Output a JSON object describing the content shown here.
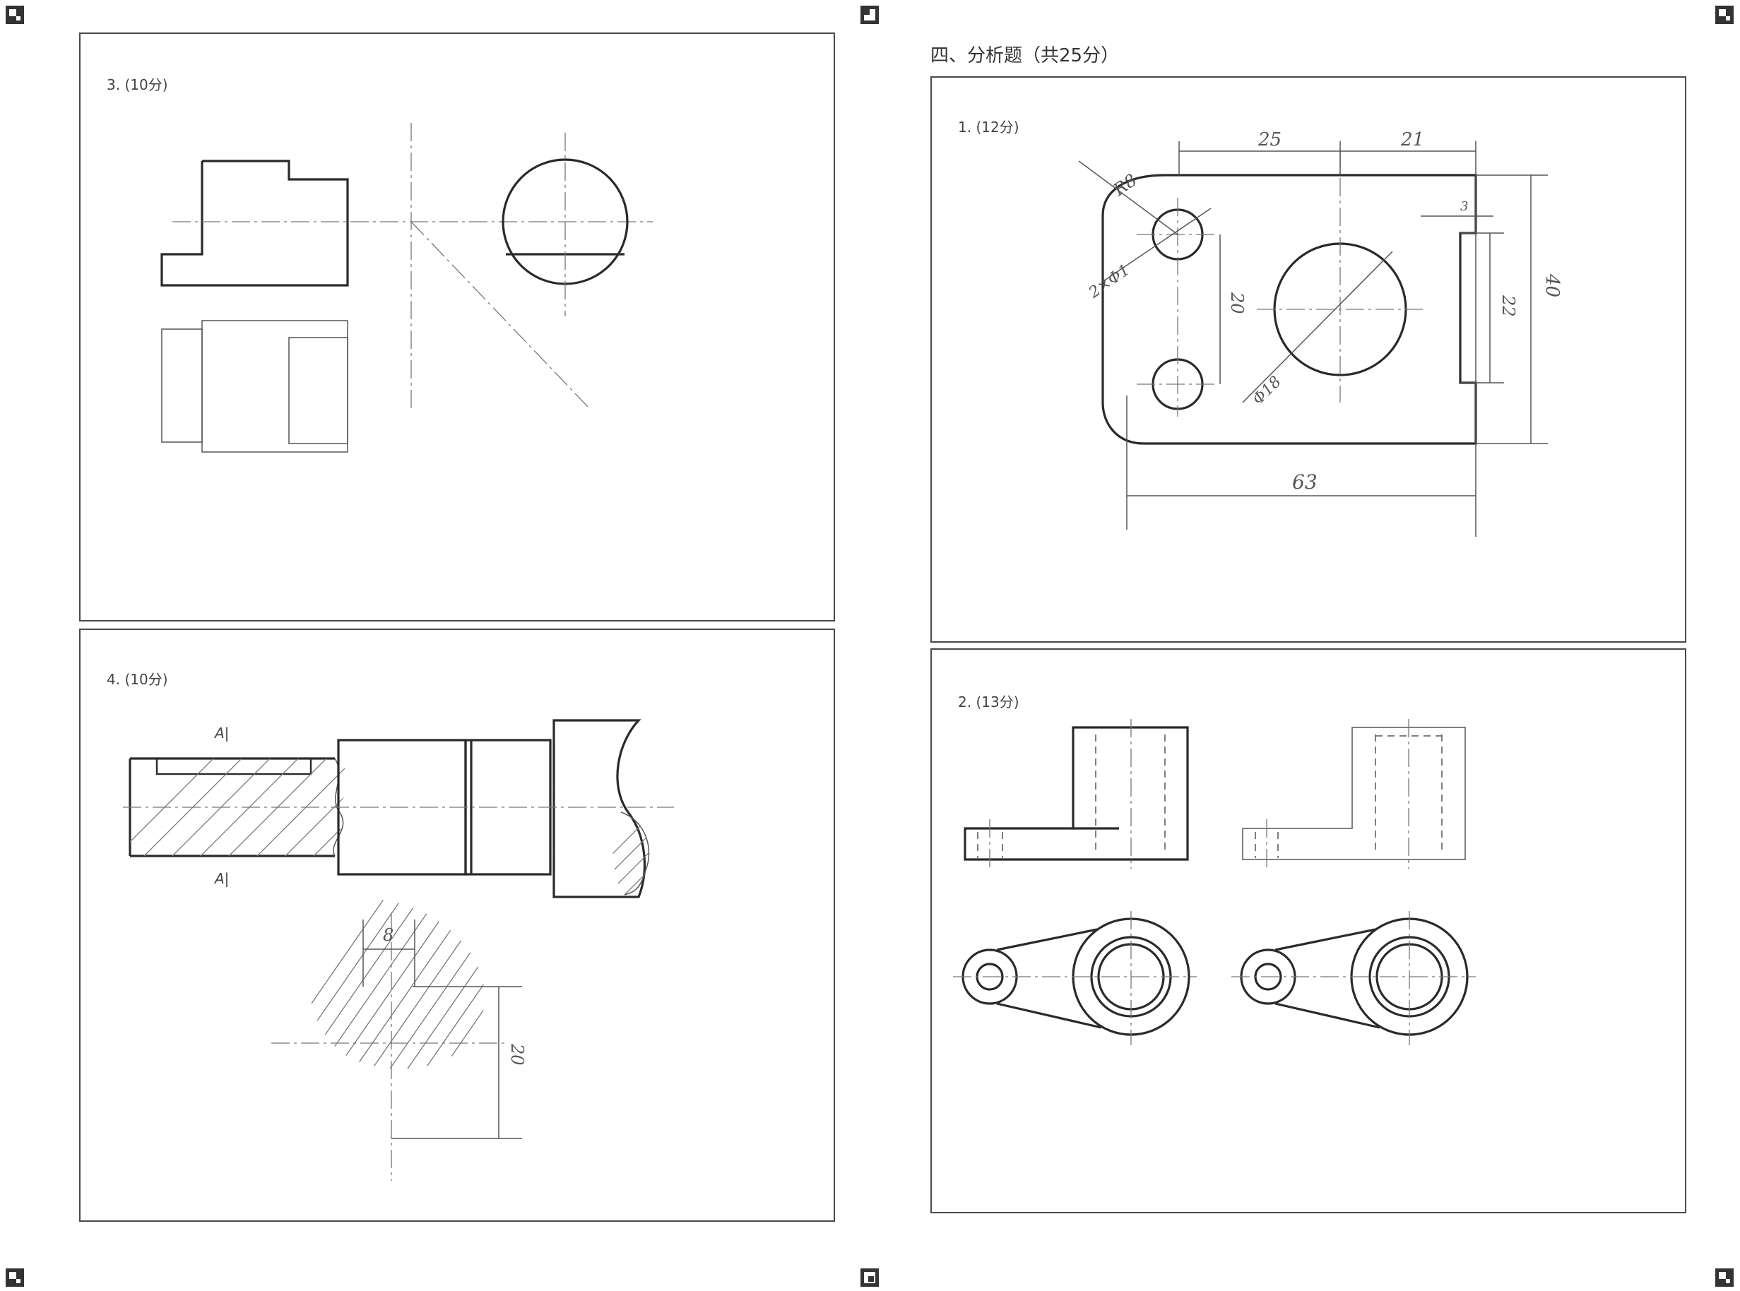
{
  "section_title": "四、分析题（共25分）",
  "problems": {
    "p3": "3. (10分)",
    "p4": "4. (10分)",
    "a1": "1. (12分)",
    "a2": "2. (13分)"
  },
  "annotations": {
    "section_a_top": "A|",
    "section_a_bottom": "A|",
    "dim_8": "8",
    "dim_20_vertical": "20"
  },
  "dimensions_1": {
    "d25": "25",
    "d21": "21",
    "r8": "R8",
    "hole": "2×Φ1",
    "d20": "20",
    "d3": "3",
    "d22": "22",
    "d40": "40",
    "phi18": "Φ18",
    "d63": "63"
  }
}
